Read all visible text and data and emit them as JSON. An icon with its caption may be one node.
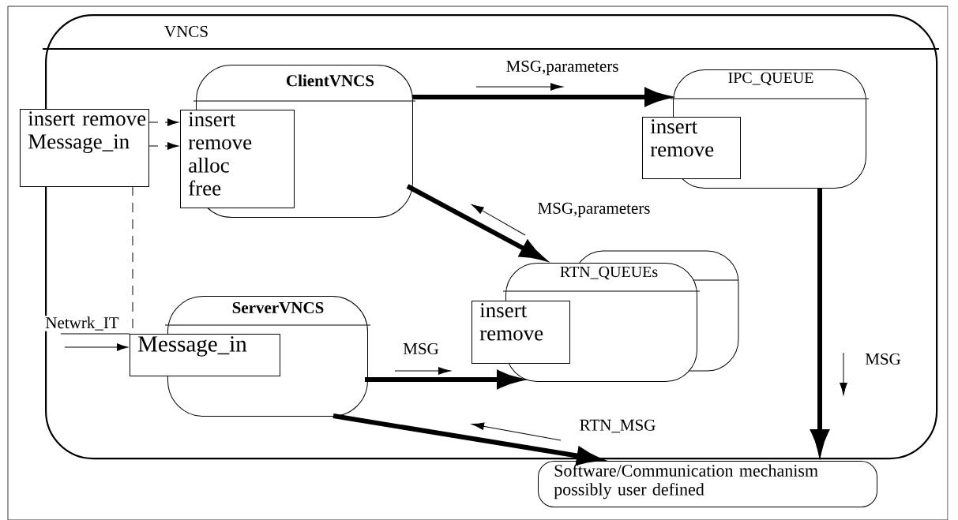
{
  "diagram": {
    "nodes": [
      {
        "text": [
          "VNCS"
        ]
      },
      {
        "text": [
          "insert remove Message_in"
        ]
      },
      {
        "text": [
          "ClientVNCS"
        ],
        "in": 0
      },
      {
        "text": [
          "insert remove alloc free"
        ],
        "in": 0
      },
      {
        "text": [
          "IPC_QUEUE"
        ],
        "in": 0
      },
      {
        "text": [
          "insert remove"
        ],
        "in": 0
      },
      {
        "text": [
          "RTN_QUEUEs"
        ],
        "in": 0
      },
      {
        "text": [
          "insert remove"
        ],
        "in": 0
      },
      {
        "text": [
          "ServerVNCS"
        ],
        "in": 0
      },
      {
        "text": [
          "Message_in"
        ],
        "in": 0
      },
      {
        "text": [
          "Software/Communication mechanism possibly user defined"
        ]
      }
    ],
    "edges": [
      {
        "from": 1,
        "to": 3,
        "arrow": "to",
        "style": "dashed"
      },
      {
        "from": 1,
        "to": 3,
        "arrow": "to",
        "style": "dashed"
      },
      {
        "from": 1,
        "to": 9,
        "arrow": "none",
        "style": "dashed"
      },
      {
        "from": null,
        "to": 9,
        "arrow": "to",
        "label": "Netwrk_IT"
      },
      {
        "from": 2,
        "to": 4,
        "arrow": "to",
        "label": "MSG,parameters"
      },
      {
        "from": 2,
        "to": 6,
        "arrow": "to",
        "label": "MSG,parameters"
      },
      {
        "from": 8,
        "to": 6,
        "arrow": "to",
        "label": "MSG"
      },
      {
        "from": 4,
        "to": 10,
        "arrow": "to",
        "label": "MSG"
      },
      {
        "from": 8,
        "to": 10,
        "arrow": "to",
        "label": "RTN_MSG"
      }
    ]
  }
}
